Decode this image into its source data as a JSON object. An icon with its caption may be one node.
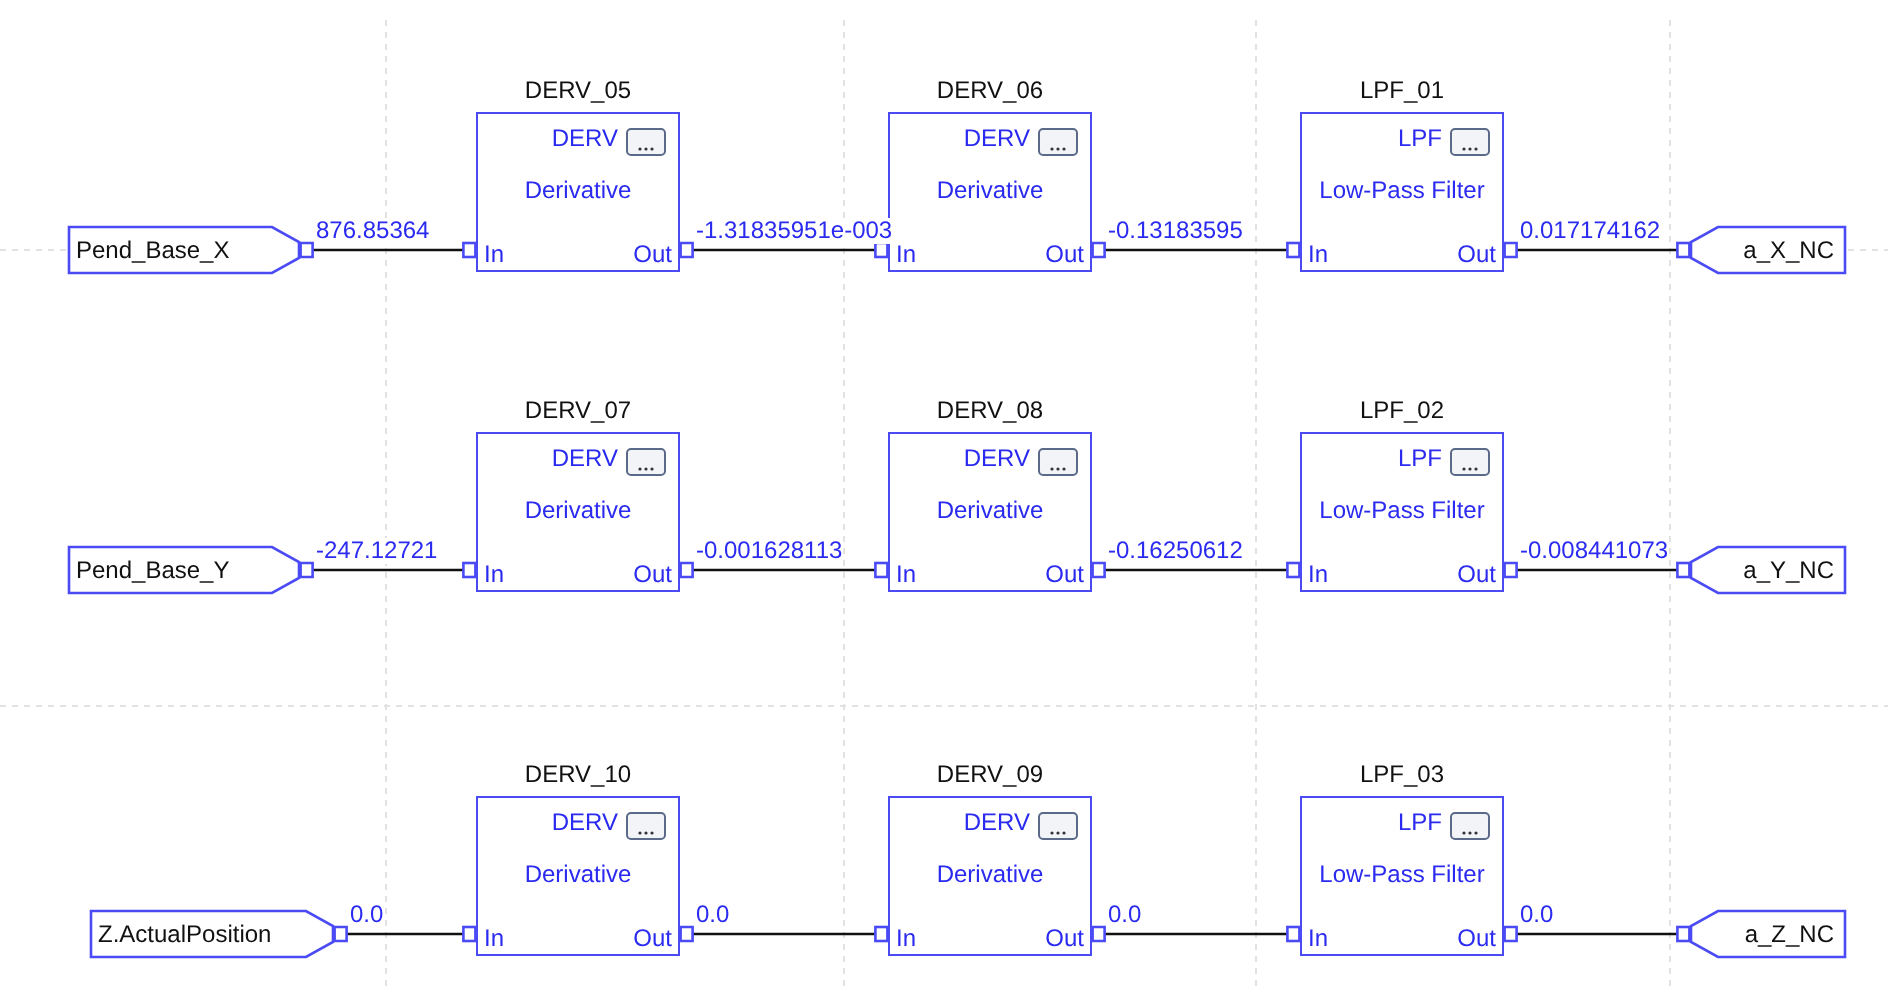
{
  "diagram": {
    "nodes": [
      {
        "text": [
          "Pend_Base_X"
        ]
      },
      {
        "text": [
          "DERV_05",
          "DERV",
          "Derivative",
          "In",
          "Out"
        ]
      },
      {
        "text": [
          "DERV_06",
          "DERV",
          "Derivative",
          "In",
          "Out"
        ]
      },
      {
        "text": [
          "LPF_01",
          "LPF",
          "Low-Pass Filter",
          "In",
          "Out"
        ]
      },
      {
        "text": [
          "a_X_NC"
        ]
      },
      {
        "text": [
          "Pend_Base_Y"
        ]
      },
      {
        "text": [
          "DERV_07",
          "DERV",
          "Derivative",
          "In",
          "Out"
        ]
      },
      {
        "text": [
          "DERV_08",
          "DERV",
          "Derivative",
          "In",
          "Out"
        ]
      },
      {
        "text": [
          "LPF_02",
          "LPF",
          "Low-Pass Filter",
          "In",
          "Out"
        ]
      },
      {
        "text": [
          "a_Y_NC"
        ]
      },
      {
        "text": [
          "Z.ActualPosition"
        ]
      },
      {
        "text": [
          "DERV_10",
          "DERV",
          "Derivative",
          "In",
          "Out"
        ]
      },
      {
        "text": [
          "DERV_09",
          "DERV",
          "Derivative",
          "In",
          "Out"
        ]
      },
      {
        "text": [
          "LPF_03",
          "LPF",
          "Low-Pass Filter",
          "In",
          "Out"
        ]
      },
      {
        "text": [
          "a_Z_NC"
        ]
      }
    ],
    "edges": [
      {
        "from": 0,
        "to": 1,
        "arrow": "other",
        "label": "876.85364"
      },
      {
        "from": 1,
        "to": 2,
        "arrow": "other",
        "label": "-1.31835951e-003"
      },
      {
        "from": 2,
        "to": 3,
        "arrow": "other",
        "label": "-0.13183595"
      },
      {
        "from": 3,
        "to": 4,
        "arrow": "other",
        "label": "0.017174162"
      },
      {
        "from": 5,
        "to": 6,
        "arrow": "other",
        "label": "-247.12721"
      },
      {
        "from": 6,
        "to": 7,
        "arrow": "other",
        "label": "-0.001628113"
      },
      {
        "from": 7,
        "to": 8,
        "arrow": "other",
        "label": "-0.16250612"
      },
      {
        "from": 8,
        "to": 9,
        "arrow": "other",
        "label": "-0.008441073"
      },
      {
        "from": 10,
        "to": 11,
        "arrow": "other",
        "label": "0.0"
      },
      {
        "from": 11,
        "to": 12,
        "arrow": "other",
        "label": "0.0"
      },
      {
        "from": 12,
        "to": 13,
        "arrow": "other",
        "label": "0.0"
      },
      {
        "from": 13,
        "to": 14,
        "arrow": "other",
        "label": "0.0"
      }
    ]
  }
}
